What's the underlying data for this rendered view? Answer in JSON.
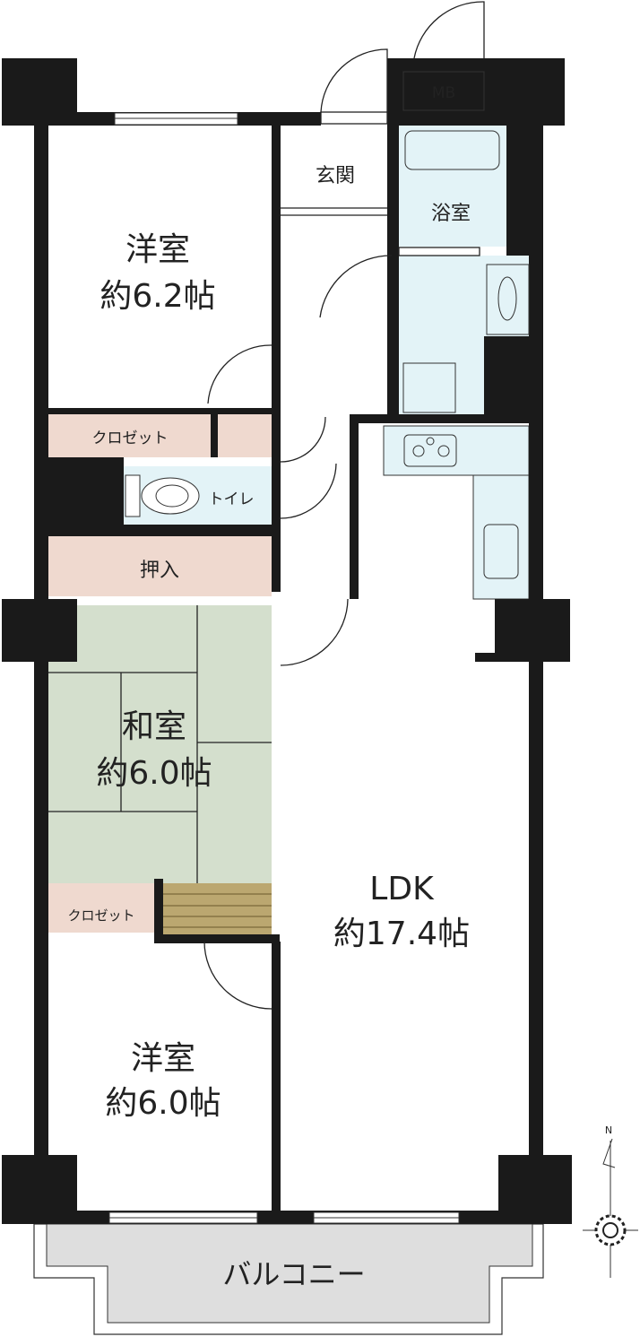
{
  "rooms": {
    "western1": {
      "name": "洋室",
      "size": "約6.2帖"
    },
    "entrance": {
      "name": "玄関"
    },
    "bath": {
      "name": "浴室"
    },
    "meter_box": {
      "name": "MB"
    },
    "closet1": {
      "name": "クロゼット"
    },
    "toilet": {
      "name": "トイレ"
    },
    "oshiire": {
      "name": "押入"
    },
    "japanese": {
      "name": "和室",
      "size": "約6.0帖"
    },
    "closet2": {
      "name": "クロゼット"
    },
    "ldk": {
      "name": "LDK",
      "size": "約17.4帖"
    },
    "western2": {
      "name": "洋室",
      "size": "約6.0帖"
    },
    "balcony": {
      "name": "バルコニー"
    }
  },
  "compass": {
    "north_label": "N"
  },
  "colors": {
    "wall": "#1a1a1a",
    "closet": "#efd9cf",
    "wet_area": "#e3f3f7",
    "tatami": "#d4dfcd",
    "wood_floor": "#bba770",
    "balcony": "#dedede"
  }
}
